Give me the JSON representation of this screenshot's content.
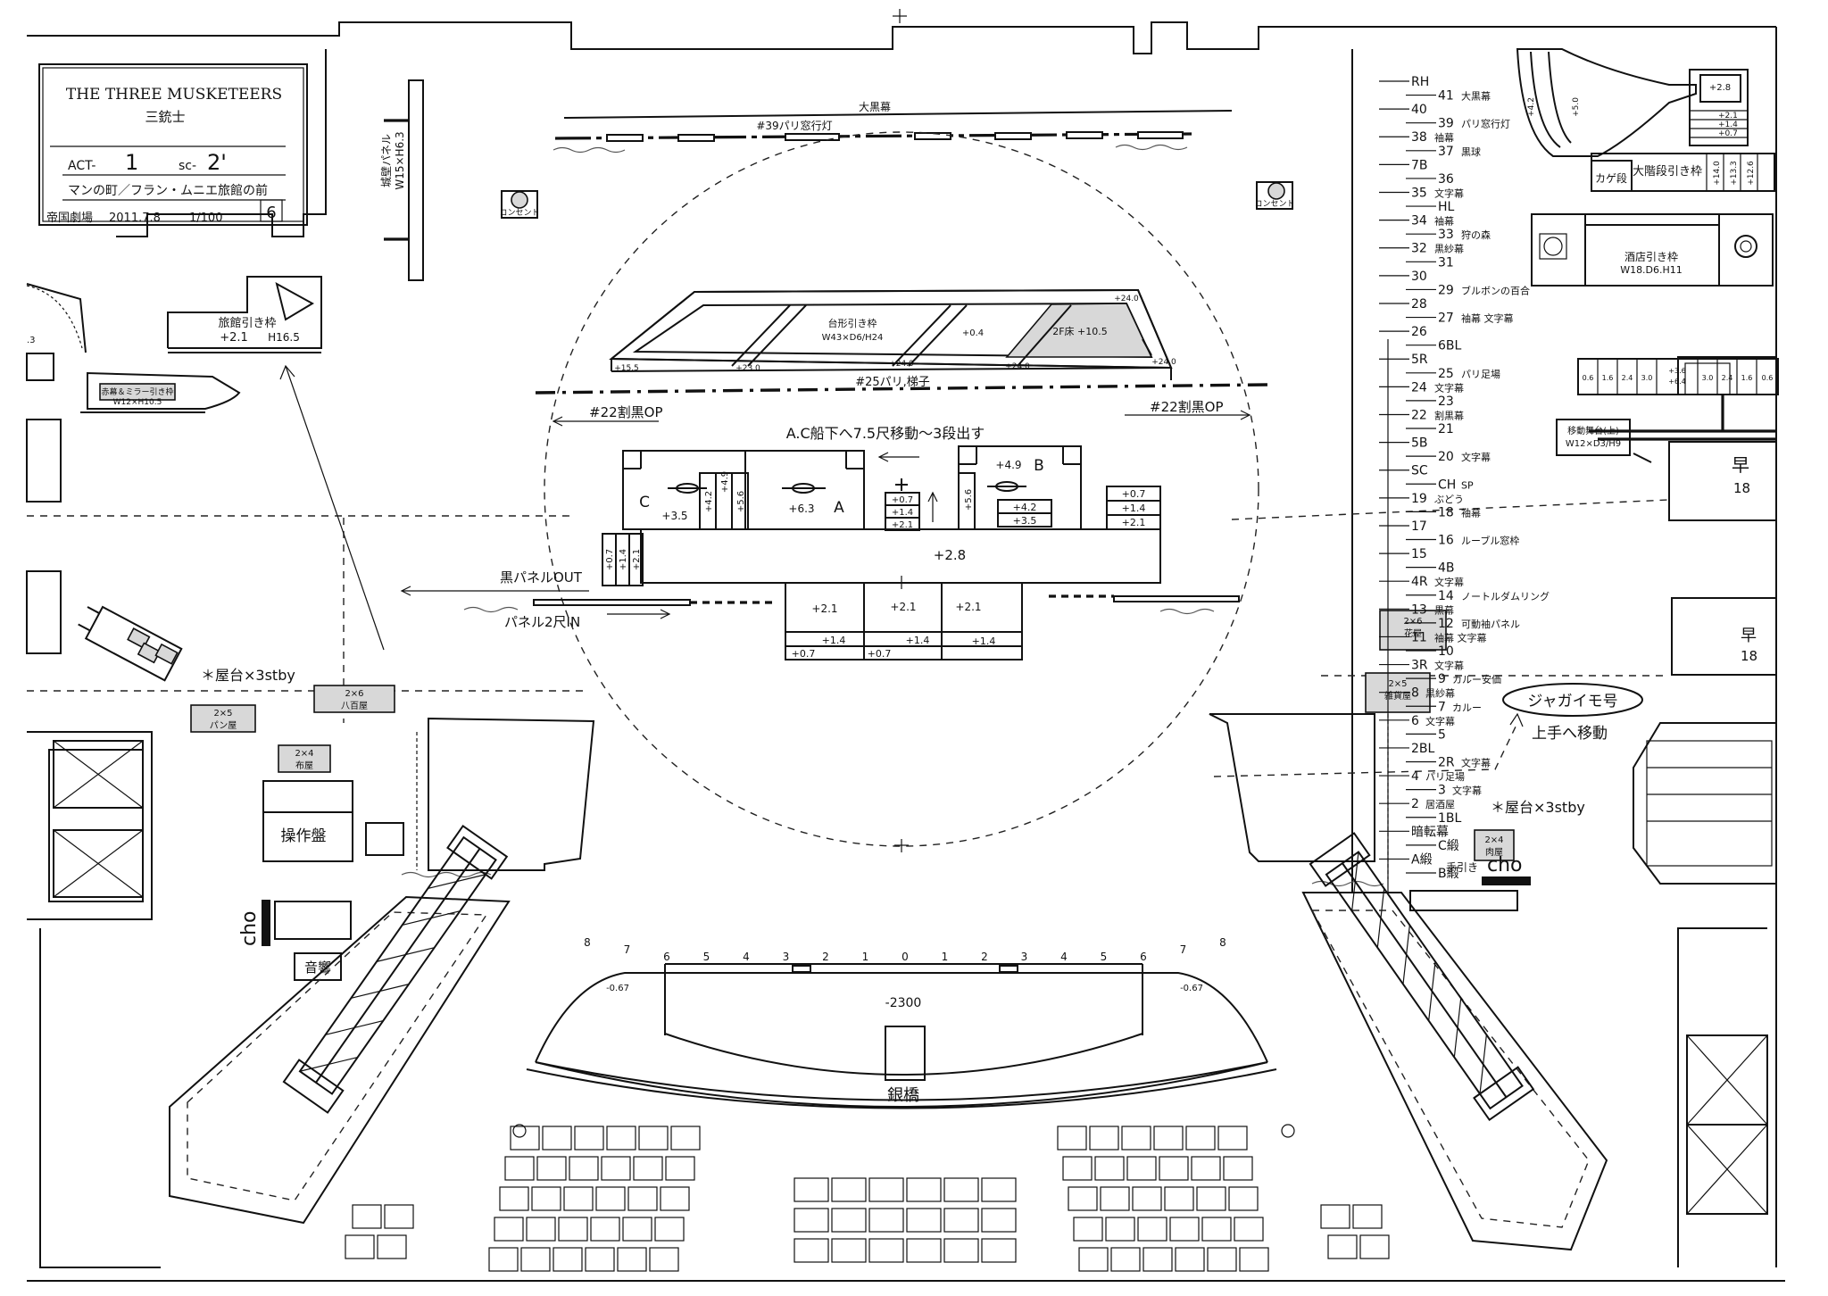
{
  "title_block": {
    "title_en": "THE THREE MUSKETEERS",
    "title_ja": "三銃士",
    "act_label": "ACT-",
    "act_value": "1",
    "sc_label": "sc-",
    "sc_value": "2'",
    "scene_name": "マンの町／フラン・ムニエ旅館の前",
    "theatre": "帝国劇場",
    "date": "2011.7.8",
    "scale": "1/100",
    "sheet_no": "6"
  },
  "upstage": {
    "black_curtain": "大黒幕",
    "batten_39": "#39パリ窓行灯",
    "batten_25": "#25パリ,梯子",
    "split_left": "#22割黒OP",
    "split_right": "#22割黒OP",
    "panel_left": "城壁パネル",
    "panel_left_size": "W15×H6.3",
    "concert_left": "コンセント",
    "concert_right": "コンセント"
  },
  "wagon": {
    "name": "台形引き枠",
    "size": "W43×D6/H24",
    "height_left": "+15.5",
    "height_23": "+23.0",
    "height_24a": "+24.0",
    "height_04": "+0.4",
    "height_24b": "+24.0",
    "height_24c": "+24.0",
    "height_24top": "+24.0",
    "floor_2f": "2F床  +10.5"
  },
  "ship": {
    "instruction": "A.C船下へ7.5尺移動～3段出す",
    "label_a": "A",
    "label_b": "B",
    "label_c": "C",
    "deck": "+2.8",
    "c_height": "+3.5",
    "a_height": "+6.3",
    "b_height": "+4.9",
    "step_42": "+4.2",
    "step_49": "+4.9",
    "step_56": "+5.6",
    "step_56b": "+5.6",
    "b_step_42": "+4.2",
    "b_step_35": "+3.5",
    "mid_07": "+0.7",
    "mid_14": "+1.4",
    "mid_21": "+2.1",
    "right_07": "+0.7",
    "right_14": "+1.4",
    "right_21": "+2.1",
    "left_07": "+0.7",
    "left_14": "+1.4",
    "left_21": "+2.1",
    "fr_21a": "+2.1",
    "fr_21b": "+2.1",
    "fr_21c": "+2.1",
    "fr_14a": "+1.4",
    "fr_14b": "+1.4",
    "fr_14c": "+1.4",
    "fr_07a": "+0.7",
    "fr_07b": "+0.7"
  },
  "notes": {
    "black_panel_out": "黒パネルOUT",
    "panel_2shaku_in": "パネル2尺IN",
    "stall_left": "＊屋台×3stby",
    "stall_right": "＊屋台×3stby",
    "jagaimo": "ジャガイモ号",
    "jagaimo_move": "上手へ移動"
  },
  "left_wing": {
    "inn_frame": "旅館引き枠",
    "inn_height": "+2.1",
    "inn_h": "H16.5",
    "mirror_frame": "赤幕＆ミラー引き枠",
    "mirror_size": "W12×H10.5",
    "stall_panya": "2×5\nパン屋",
    "stall_yaoya": "2×6\n八百屋",
    "stall_nunoya": "2×4\n布屋",
    "console": "操作盤",
    "cho": "cho",
    "sound": "音響",
    "edge_num": ".3"
  },
  "right_wing": {
    "staircase_frame": "大階段引き枠",
    "kage": "カゲ段",
    "stair_28": "+2.8",
    "stair_21": "+2.1",
    "stair_14": "+1.4",
    "stair_07": "+0.7",
    "stair_h140": "+14.0",
    "stair_h133": "+13.3",
    "stair_h126": "+12.6",
    "ship_h42": "+4.2",
    "ship_h50": "+5.0",
    "bar_frame": "酒店引き枠",
    "bar_size": "W18.D6.H11",
    "moving_stage": "移動舞台(上)",
    "moving_stage_size": "W12×D3/H9",
    "step_heights": [
      "0.6",
      "1.6",
      "2.4",
      "3.0",
      "+3.6\n+6.4",
      "3.0",
      "2.4",
      "1.6",
      "0.6"
    ],
    "hayagawari": "早",
    "hayagawari_num": "18",
    "hayagawari2": "早",
    "hayagawari2_num": "18",
    "stall_hanaya": "2×6\n花屋",
    "stall_zakka": "2×5\n雑貨屋",
    "stall_nikuya": "2×4\n肉屋",
    "cho": "cho",
    "cho_bar": "",
    "tebiki": "手引き"
  },
  "fly_lines": [
    {
      "code": "RH",
      "note": ""
    },
    {
      "code": "41",
      "note": "大黒幕"
    },
    {
      "code": "40",
      "note": ""
    },
    {
      "code": "39",
      "note": "パリ窓行灯"
    },
    {
      "code": "38",
      "note": "袖幕"
    },
    {
      "code": "37",
      "note": "黒球"
    },
    {
      "code": "7B",
      "note": ""
    },
    {
      "code": "36",
      "note": ""
    },
    {
      "code": "35",
      "note": "文字幕"
    },
    {
      "code": "HL",
      "note": ""
    },
    {
      "code": "34",
      "note": "袖幕"
    },
    {
      "code": "33",
      "note": "狩の森"
    },
    {
      "code": "32",
      "note": "黒紗幕"
    },
    {
      "code": "31",
      "note": ""
    },
    {
      "code": "30",
      "note": ""
    },
    {
      "code": "29",
      "note": "ブルボンの百合"
    },
    {
      "code": "28",
      "note": ""
    },
    {
      "code": "27",
      "note": "袖幕  文字幕"
    },
    {
      "code": "26",
      "note": ""
    },
    {
      "code": "6BL",
      "note": ""
    },
    {
      "code": "5R",
      "note": ""
    },
    {
      "code": "25",
      "note": "パリ足場"
    },
    {
      "code": "24",
      "note": "文字幕"
    },
    {
      "code": "23",
      "note": ""
    },
    {
      "code": "22",
      "note": "割黒幕"
    },
    {
      "code": "21",
      "note": ""
    },
    {
      "code": "5B",
      "note": ""
    },
    {
      "code": "20",
      "note": "文字幕"
    },
    {
      "code": "SC",
      "note": ""
    },
    {
      "code": "CH",
      "note": "SP"
    },
    {
      "code": "19",
      "note": "ぶどう"
    },
    {
      "code": "18",
      "note": "袖幕"
    },
    {
      "code": "17",
      "note": ""
    },
    {
      "code": "16",
      "note": "ルーブル窓枠"
    },
    {
      "code": "15",
      "note": ""
    },
    {
      "code": "4B",
      "note": ""
    },
    {
      "code": "4R",
      "note": "文字幕"
    },
    {
      "code": "14",
      "note": "ノートルダムリング"
    },
    {
      "code": "13",
      "note": "黒幕"
    },
    {
      "code": "12",
      "note": "可動袖パネル"
    },
    {
      "code": "11",
      "note": "袖幕  文字幕"
    },
    {
      "code": "10",
      "note": ""
    },
    {
      "code": "3R",
      "note": "文字幕"
    },
    {
      "code": "9",
      "note": "カルー安価"
    },
    {
      "code": "8",
      "note": "黒紗幕"
    },
    {
      "code": "7",
      "note": "カルー"
    },
    {
      "code": "6",
      "note": "文字幕"
    },
    {
      "code": "5",
      "note": ""
    },
    {
      "code": "2BL",
      "note": ""
    },
    {
      "code": "2R",
      "note": "文字幕"
    },
    {
      "code": "4",
      "note": "パリ足場"
    },
    {
      "code": "3",
      "note": "文字幕"
    },
    {
      "code": "2",
      "note": "居酒屋"
    },
    {
      "code": "1BL",
      "note": ""
    },
    {
      "code": "暗転幕",
      "note": ""
    },
    {
      "code": "C緞",
      "note": ""
    },
    {
      "code": "A緞",
      "note": ""
    },
    {
      "code": "B緞",
      "note": ""
    }
  ],
  "apron": {
    "numbers": [
      "8",
      "7",
      "6",
      "5",
      "4",
      "3",
      "2",
      "1",
      "0",
      "1",
      "2",
      "3",
      "4",
      "5",
      "6",
      "7",
      "8"
    ],
    "pit_depth": "-2300",
    "left_level": "-0.67",
    "right_level": "-0.67",
    "ginbashi": "銀橋"
  }
}
